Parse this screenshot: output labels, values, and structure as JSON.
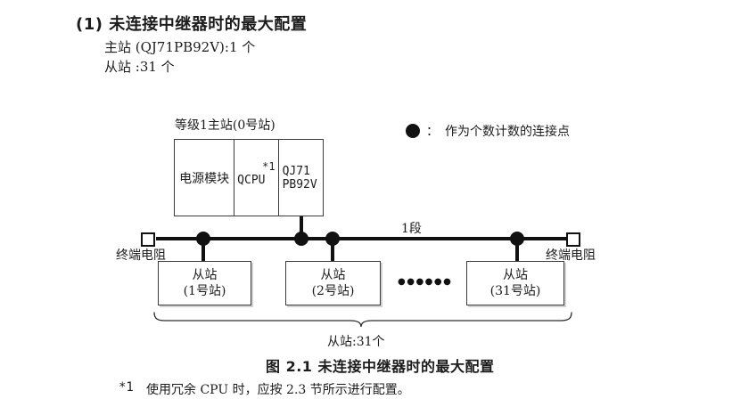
{
  "page": {
    "heading": "(1) 未连接中继器时的最大配置",
    "spec_lines": [
      "主站 (QJ71PB92V):1 个",
      "从站 :31 个"
    ],
    "figure_caption": "图 2.1 未连接中继器时的最大配置",
    "footnote": {
      "marker": "*1",
      "text": "使用冗余 CPU 时，应按 2.3 节所示进行配置。"
    }
  },
  "diagram": {
    "master_station": {
      "label": "等级1主站(0号站)",
      "power_module": "电源模块",
      "cpu": "QCPU",
      "cpu_note": "*1",
      "interface_line1": "QJ71",
      "interface_line2": "PB92V"
    },
    "legend": {
      "separator": "：",
      "label": "作为个数计数的连接点"
    },
    "bus": {
      "segment_label": "1段",
      "left_terminator_label": "终端电阻",
      "right_terminator_label": "终端电阻"
    },
    "slaves": [
      {
        "name": "从站",
        "station": "(1号站)"
      },
      {
        "name": "从站",
        "station": "(2号站)"
      },
      {
        "name": "从站",
        "station": "(31号站)"
      }
    ],
    "ellipsis": "●●●●●●",
    "brace_label": "从站:31个"
  },
  "colors": {
    "background": "#ffffff",
    "text": "#1c1c1c",
    "line": "#111111",
    "border": "#3c3c3c"
  }
}
